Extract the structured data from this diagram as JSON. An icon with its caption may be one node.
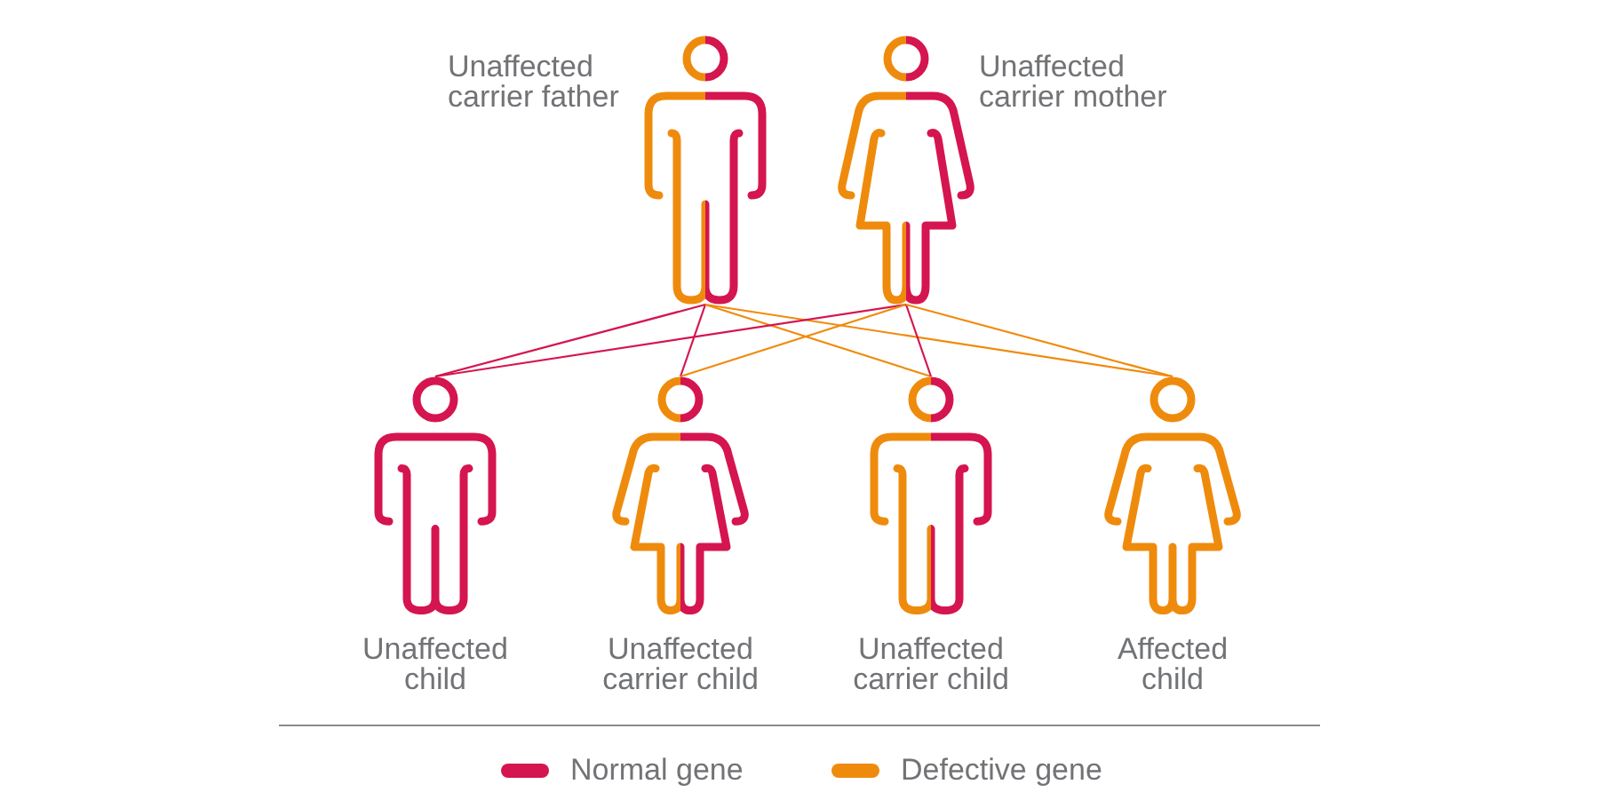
{
  "diagram": {
    "nodes": [
      {
        "text": [],
        "shape": "person",
        "beside": [
          "Unaffected carrier father"
        ]
      },
      {
        "text": [],
        "shape": "person",
        "beside": [
          "Unaffected carrier mother"
        ]
      },
      {
        "text": [],
        "shape": "person",
        "beside": [
          "Unaffected child"
        ]
      },
      {
        "text": [],
        "shape": "person",
        "beside": [
          "Unaffected carrier child"
        ]
      },
      {
        "text": [],
        "shape": "person",
        "beside": [
          "Unaffected carrier child"
        ]
      },
      {
        "text": [],
        "shape": "person",
        "beside": [
          "Affected child"
        ]
      }
    ],
    "edges": [
      {
        "from": 0,
        "to": 2,
        "arrow": "none",
        "color": "#d5154f"
      },
      {
        "from": 0,
        "to": 3,
        "arrow": "none",
        "color": "#d5154f"
      },
      {
        "from": 0,
        "to": 4,
        "arrow": "none",
        "color": "#ef8b0c"
      },
      {
        "from": 0,
        "to": 5,
        "arrow": "none",
        "color": "#ef8b0c"
      },
      {
        "from": 1,
        "to": 2,
        "arrow": "none",
        "color": "#d5154f"
      },
      {
        "from": 1,
        "to": 3,
        "arrow": "none",
        "color": "#ef8b0c"
      },
      {
        "from": 1,
        "to": 4,
        "arrow": "none",
        "color": "#d5154f"
      },
      {
        "from": 1,
        "to": 5,
        "arrow": "none",
        "color": "#ef8b0c"
      }
    ],
    "legend": [
      {
        "text": "Normal gene",
        "color": "#d5154f"
      },
      {
        "text": "Defective gene",
        "color": "#ef8b0c"
      }
    ]
  }
}
